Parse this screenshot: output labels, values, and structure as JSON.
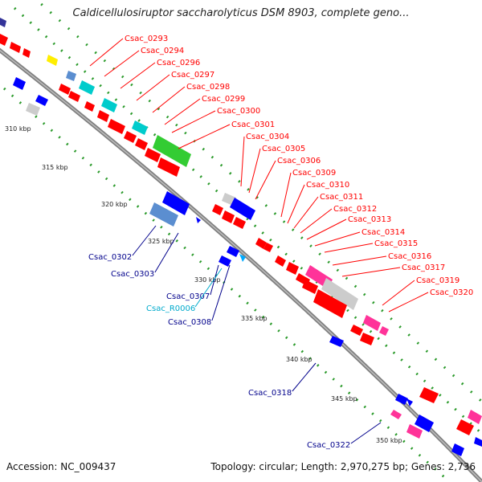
{
  "title": "Caldicellulosiruptor saccharolyticus DSM 8903, complete geno...",
  "footer": {
    "accession": "Accession: NC_009437",
    "summary": "Topology: circular; Length: 2,970,275 bp; Genes: 2,736"
  },
  "colors": {
    "forward_gene": "#ff0000",
    "reverse_gene": "#0000ff",
    "rrna": "#00cccc",
    "trna": "#ff3399",
    "other": "#33cc33",
    "backbone": "#999999",
    "gc_skew": "#008800",
    "label_red": "#ff0000",
    "label_blue": "#00008b",
    "label_cyan": "#00aacc"
  },
  "ticks": [
    "310 kbp",
    "315 kbp",
    "320 kbp",
    "325 kbp",
    "330 kbp",
    "335 kbp",
    "340 kbp",
    "345 kbp",
    "350 kbp"
  ],
  "labels_forward": [
    "Csac_0293",
    "Csac_0294",
    "Csac_0296",
    "Csac_0297",
    "Csac_0298",
    "Csac_0299",
    "Csac_0300",
    "Csac_0301",
    "Csac_0304",
    "Csac_0305",
    "Csac_0306",
    "Csac_0309",
    "Csac_0310",
    "Csac_0311",
    "Csac_0312",
    "Csac_0313",
    "Csac_0314",
    "Csac_0315",
    "Csac_0316",
    "Csac_0317",
    "Csac_0319",
    "Csac_0320"
  ],
  "labels_reverse": [
    "Csac_0302",
    "Csac_0303",
    "Csac_0307",
    "Csac_R0006",
    "Csac_0308",
    "Csac_0318",
    "Csac_0322"
  ]
}
